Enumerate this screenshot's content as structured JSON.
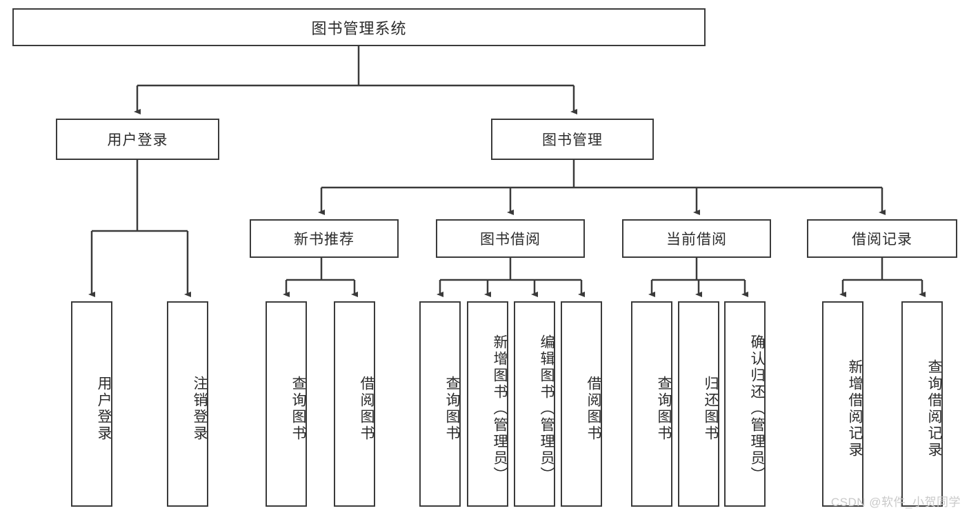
{
  "diagram": {
    "title": "图书管理系统",
    "root": {
      "label": "图书管理系统"
    },
    "level2": [
      {
        "label": "用户登录"
      },
      {
        "label": "图书管理"
      }
    ],
    "level3": [
      {
        "label": "新书推荐"
      },
      {
        "label": "图书借阅"
      },
      {
        "label": "当前借阅"
      },
      {
        "label": "借阅记录"
      }
    ],
    "leaves": {
      "user_login": [
        {
          "label": "用户登录"
        },
        {
          "label": "注销登录"
        }
      ],
      "new_book_recommend": [
        {
          "label": "查询图书"
        },
        {
          "label": "借阅图书"
        }
      ],
      "book_borrow": [
        {
          "label": "查询图书"
        },
        {
          "label": "新增图书（管理员）"
        },
        {
          "label": "编辑图书（管理员）"
        },
        {
          "label": "借阅图书"
        }
      ],
      "current_borrow": [
        {
          "label": "查询图书"
        },
        {
          "label": "归还图书"
        },
        {
          "label": "确认归还（管理员）"
        }
      ],
      "borrow_record": [
        {
          "label": "新增借阅记录"
        },
        {
          "label": "查询借阅记录"
        }
      ]
    }
  },
  "watermark": {
    "text": "CSDN @软件_小贺同学"
  },
  "colors": {
    "border": "#3a3a3a",
    "text": "#2b2b2b",
    "background": "#ffffff",
    "watermark": "#c9c9c9"
  }
}
